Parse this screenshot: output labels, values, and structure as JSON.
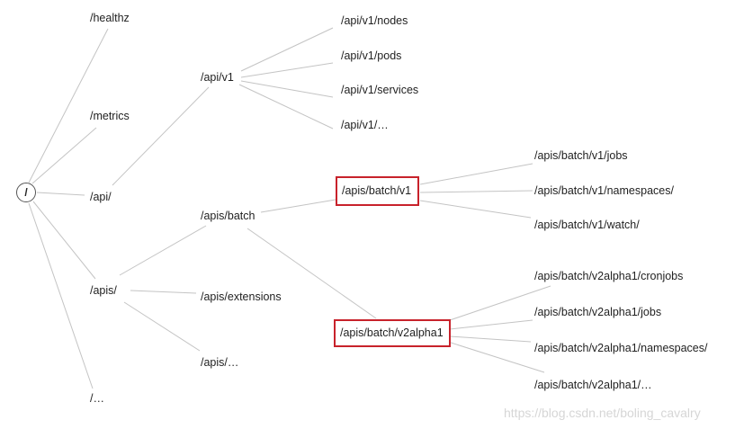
{
  "diagram": {
    "root": "/",
    "level1": [
      "/healthz",
      "/metrics",
      "/api/",
      "/apis/",
      "/…"
    ],
    "api_v1": {
      "label": "/api/v1",
      "children": [
        "/api/v1/nodes",
        "/api/v1/pods",
        "/api/v1/services",
        "/api/v1/…"
      ]
    },
    "apis_children": [
      "/apis/batch",
      "/apis/extensions",
      "/apis/…"
    ],
    "batch_v1": {
      "label": "/apis/batch/v1",
      "children": [
        "/apis/batch/v1/jobs",
        "/apis/batch/v1/namespaces/",
        "/apis/batch/v1/watch/"
      ]
    },
    "batch_v2alpha1": {
      "label": "/apis/batch/v2alpha1",
      "children": [
        "/apis/batch/v2alpha1/cronjobs",
        "/apis/batch/v2alpha1/jobs",
        "/apis/batch/v2alpha1/namespaces/",
        "/apis/batch/v2alpha1/…"
      ]
    },
    "highlight_color": "#c8222b",
    "line_color": "#c4c4c4"
  },
  "watermark": "https://blog.csdn.net/boling_cavalry"
}
